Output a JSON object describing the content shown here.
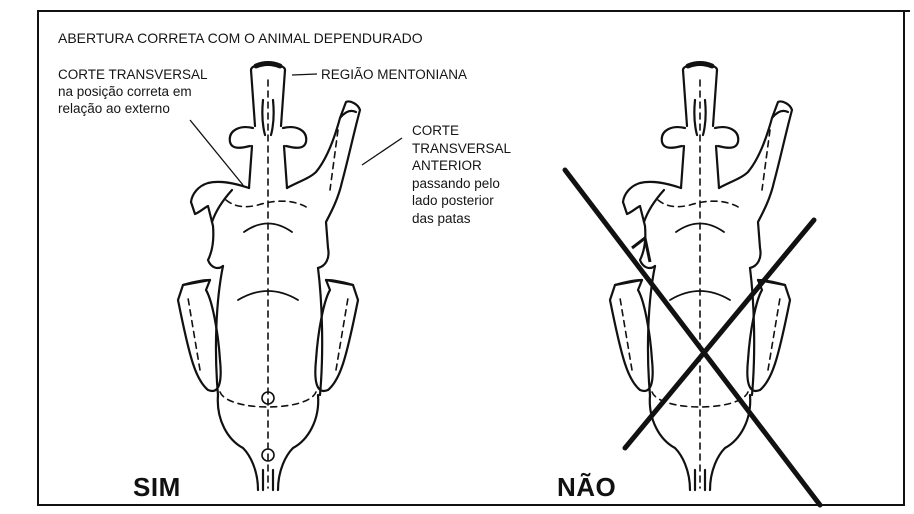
{
  "title": "ABERTURA CORRETA COM O ANIMAL DEPENDURADO",
  "labels": {
    "corte_transversal_correto": "CORTE TRANSVERSAL\nna posição correta em\nrelação ao externo",
    "regiao_mentoniana": "REGIÃO MENTONIANA",
    "corte_transversal_anterior": "CORTE\nTRANSVERSAL\nANTERIOR\npassando pelo\nlado posterior\ndas patas"
  },
  "verdicts": {
    "yes": "SIM",
    "no": "NÃO"
  }
}
